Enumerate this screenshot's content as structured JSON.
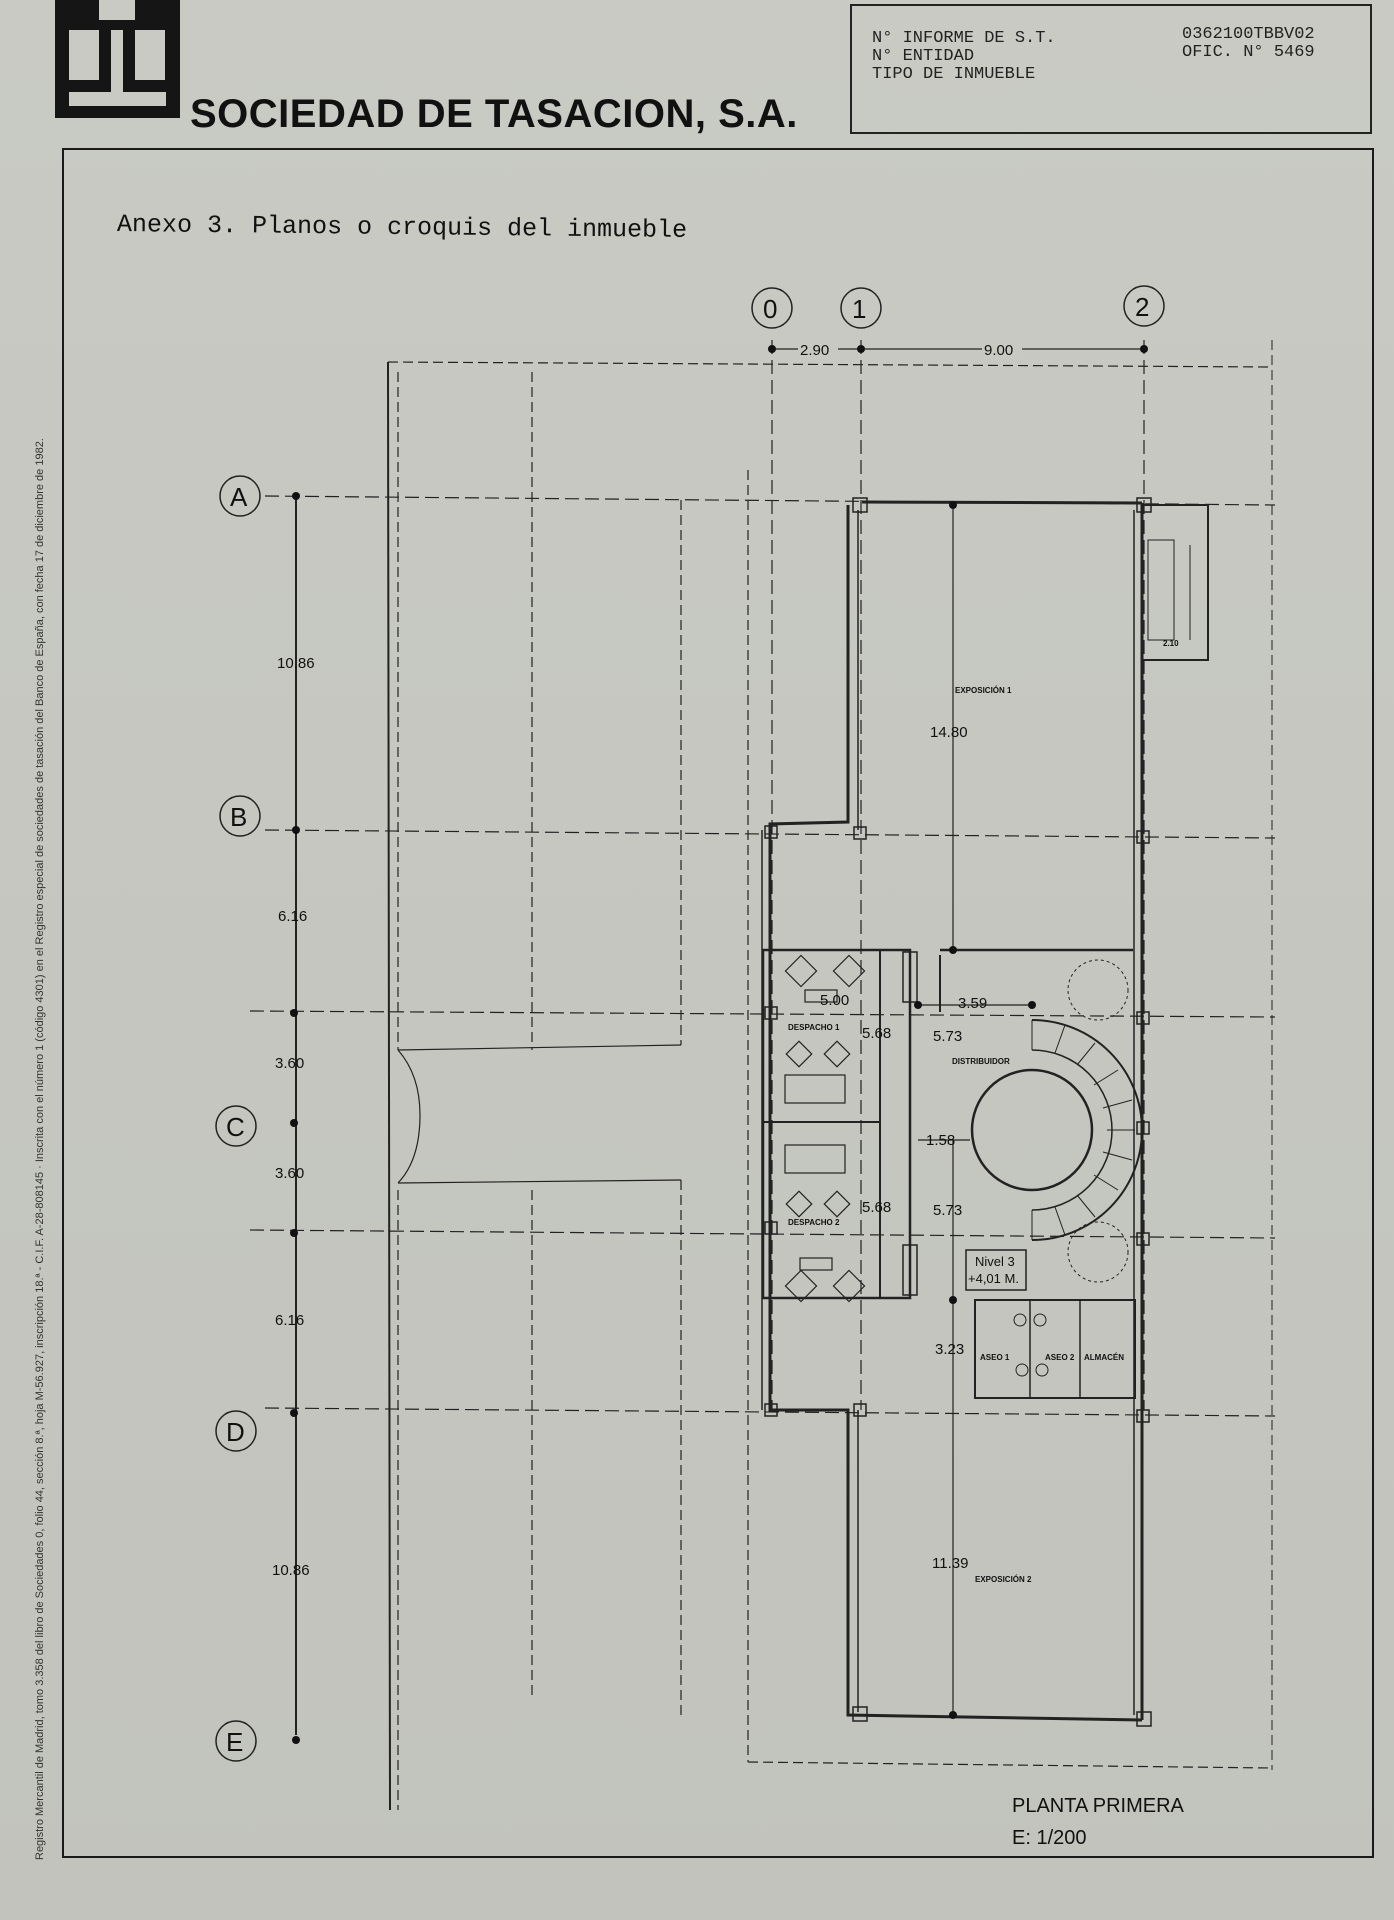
{
  "header": {
    "company": "SOCIEDAD DE TASACION, S.A.",
    "labels": [
      "N° INFORME DE S.T.",
      "N° ENTIDAD",
      "TIPO DE INMUEBLE"
    ],
    "report_number": "0362100TBBV02",
    "office": "OFIC. N° 5469"
  },
  "side_text": "Registro Mercantil de Madrid, tomo 3.358 del libro de Sociedades 0, folio 44, sección 8.ª, hoja M-56.927, inscripción 18.ª - C.I.F. A-28-808145 · Inscrita con el número 1 (código 4301) en el Registro especial de sociedades de tasación del Banco de España, con fecha 17 de diciembre de 1982.",
  "annex_title": "Anexo 3. Planos o croquis del inmueble",
  "grid": {
    "columns": [
      "0",
      "1",
      "2"
    ],
    "rows": [
      "A",
      "B",
      "C",
      "D",
      "E"
    ],
    "col_dims": [
      "2.90",
      "9.00"
    ],
    "row_dims": [
      "10.86",
      "6.16",
      "3.60",
      "3.60",
      "6.16",
      "10.86"
    ]
  },
  "dims": {
    "d1480": "14.80",
    "d500": "5.00",
    "d359": "3.59",
    "d568a": "5.68",
    "d573a": "5.73",
    "d158": "1.58",
    "d568b": "5.68",
    "d573b": "5.73",
    "d323": "3.23",
    "d1139": "11.39",
    "d210": "2.10"
  },
  "rooms": {
    "expo1": "EXPOSICIÓN 1",
    "expo2": "EXPOSICIÓN 2",
    "desp1": "DESPACHO 1",
    "desp2": "DESPACHO 2",
    "distrib": "DISTRIBUIDOR",
    "aseo1": "ASEO 1",
    "aseo2": "ASEO 2",
    "almacen": "ALMACÉN",
    "level_line1": "Nivel 3",
    "level_line2": "+4,01 M."
  },
  "plan_title": "PLANTA PRIMERA",
  "plan_scale": "E: 1/200"
}
